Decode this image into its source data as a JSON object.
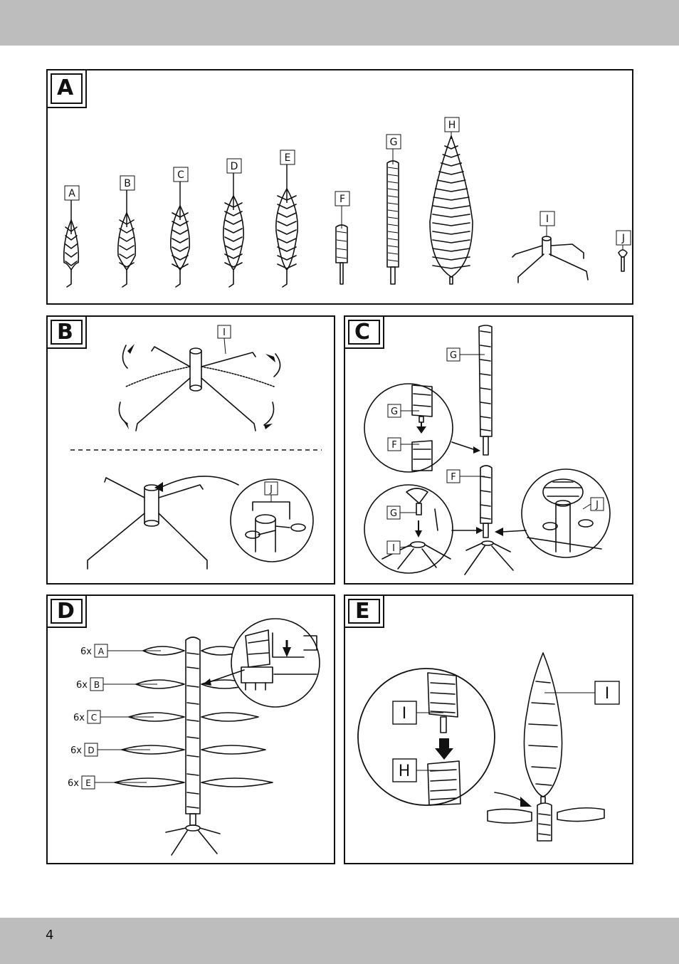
{
  "page_number": "4",
  "panels": {
    "A": {
      "tag": "A",
      "parts": [
        "A",
        "B",
        "C",
        "D",
        "E",
        "F",
        "G",
        "H",
        "I",
        "J"
      ]
    },
    "B": {
      "tag": "B",
      "labels": {
        "stand": "I",
        "screw": "J"
      }
    },
    "C": {
      "tag": "C",
      "labels": {
        "upper": "G",
        "lower": "F",
        "detail_g": "G",
        "detail_f": "F",
        "detail2_g": "G",
        "detail2_i": "I",
        "screw": "J",
        "main_g": "G",
        "main_f": "F"
      }
    },
    "D": {
      "tag": "D",
      "rows": [
        {
          "qty": "6x",
          "part": "A"
        },
        {
          "qty": "6x",
          "part": "B"
        },
        {
          "qty": "6x",
          "part": "C"
        },
        {
          "qty": "6x",
          "part": "D"
        },
        {
          "qty": "6x",
          "part": "E"
        }
      ]
    },
    "E": {
      "tag": "E",
      "labels": {
        "big": "I",
        "detail_top": "I",
        "detail_bottom": "H"
      }
    }
  }
}
